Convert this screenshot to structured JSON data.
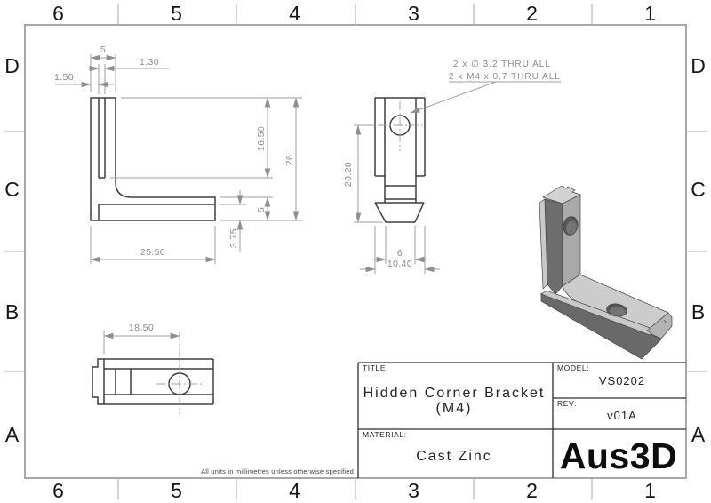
{
  "frame": {
    "cols": [
      "6",
      "5",
      "4",
      "3",
      "2",
      "1"
    ],
    "rows": [
      "D",
      "C",
      "B",
      "A"
    ]
  },
  "note": "All units in millimetres unless otherwise specified",
  "callout": {
    "line1": "2 x ∅ 3.2 THRU ALL",
    "line2": "2 x M4 x 0.7 THRU ALL"
  },
  "dims": {
    "front": {
      "width_top": "5",
      "groove": "1.30",
      "edge": "1.50",
      "slot_depth": "16.50",
      "height": "26",
      "flange": "5",
      "thickness": "3.75",
      "length": "25.50"
    },
    "side": {
      "height": "20.20",
      "tab_width": "6",
      "width": "10.40"
    },
    "top": {
      "hole_offset": "18.50"
    }
  },
  "title_block": {
    "title_label": "TITLE:",
    "title_line1": "Hidden Corner Bracket",
    "title_line2": "(M4)",
    "model_label": "MODEL:",
    "model": "VS0202",
    "rev_label": "REV:",
    "rev": "v01A",
    "material_label": "MATERIAL:",
    "material": "Cast Zinc",
    "logo": "Aus3D"
  },
  "colors": {
    "part_line": "#3e3e3e",
    "dimension_line": "#9f9f9f",
    "frame_line": "#a8a8a8",
    "iso_light": "#d2d2d2",
    "iso_medium": "#a9a9a9",
    "iso_dark": "#6b6b6b"
  }
}
